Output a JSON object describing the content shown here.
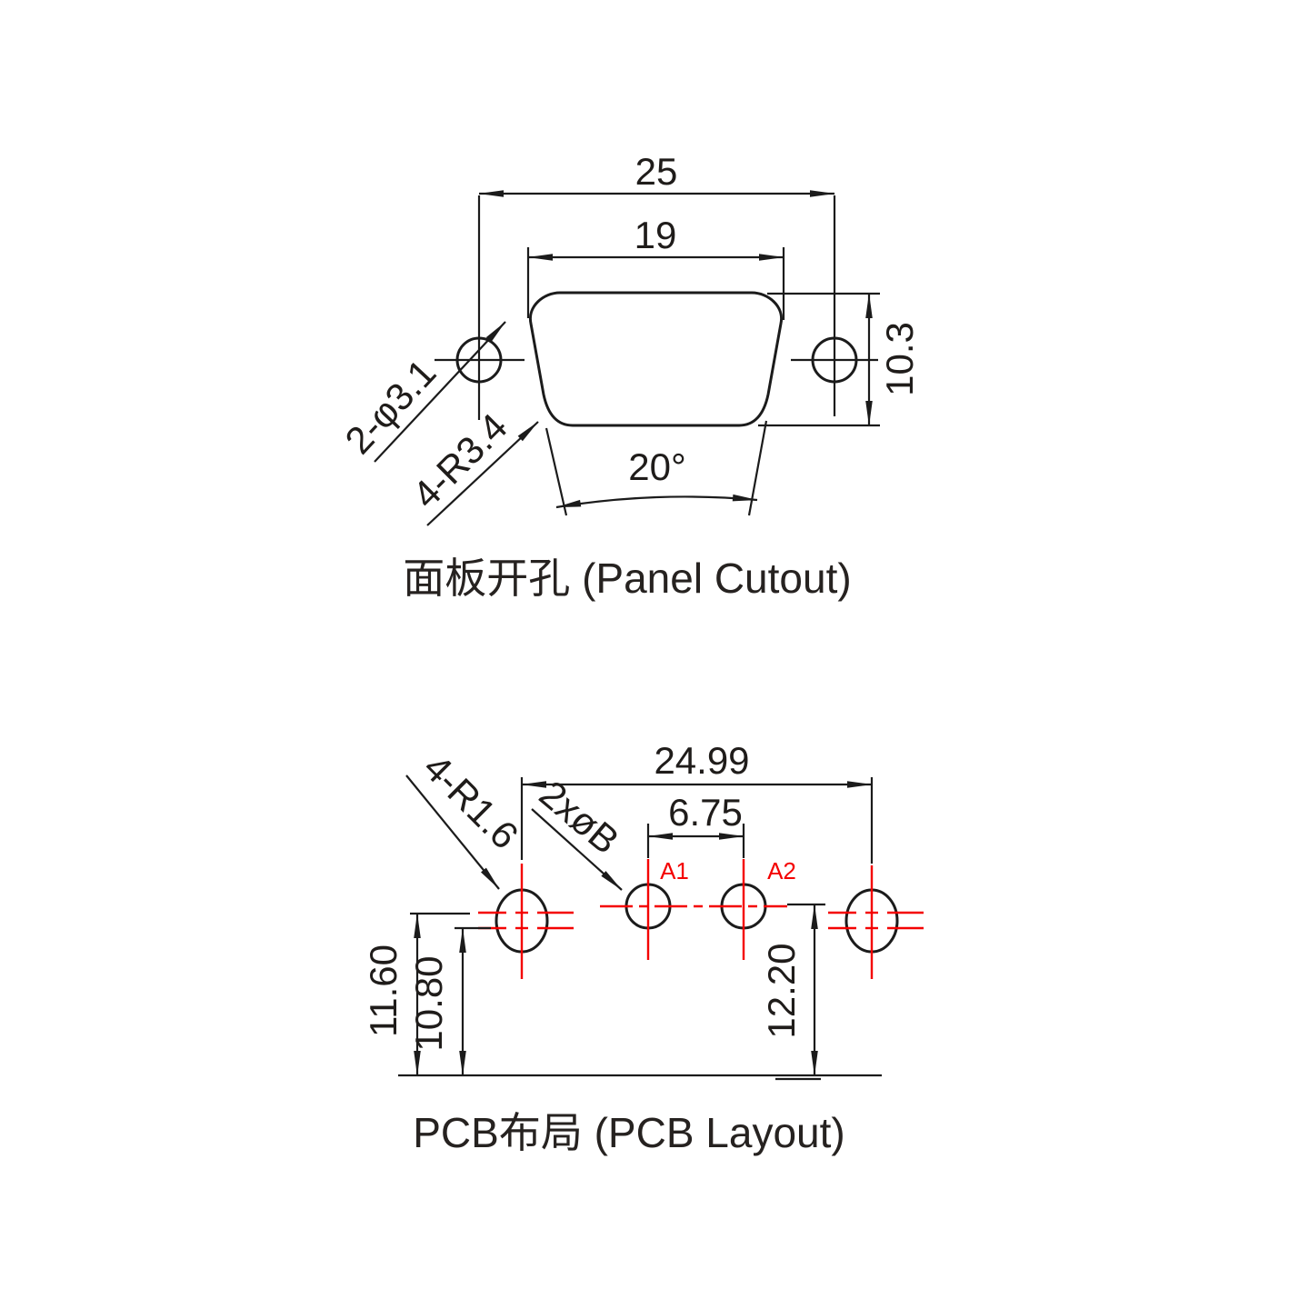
{
  "colors": {
    "line_black": "#1b1b1b",
    "accent_red": "#f40000",
    "text_dark": "#1f1c1a"
  },
  "panel_cutout": {
    "caption": "面板开孔 (Panel Cutout)",
    "dims": {
      "mount_hole_span": "25",
      "cutout_width": "19",
      "cutout_height": "10.3",
      "mount_holes": "2-φ3.1",
      "corner_radius": "4-R3.4",
      "side_angle": "20°"
    }
  },
  "pcb_layout": {
    "caption": "PCB布局 (PCB Layout)",
    "dims": {
      "bracket_hole_span": "24.99",
      "pin_pitch": "6.75",
      "height_upper": "11.60",
      "height_lower": "10.80",
      "pin_height": "12.20",
      "bracket_slot_radius": "4-R1.6",
      "pin_diameter": "2xøB"
    },
    "pins": [
      {
        "label": "A1"
      },
      {
        "label": "A2"
      }
    ]
  }
}
